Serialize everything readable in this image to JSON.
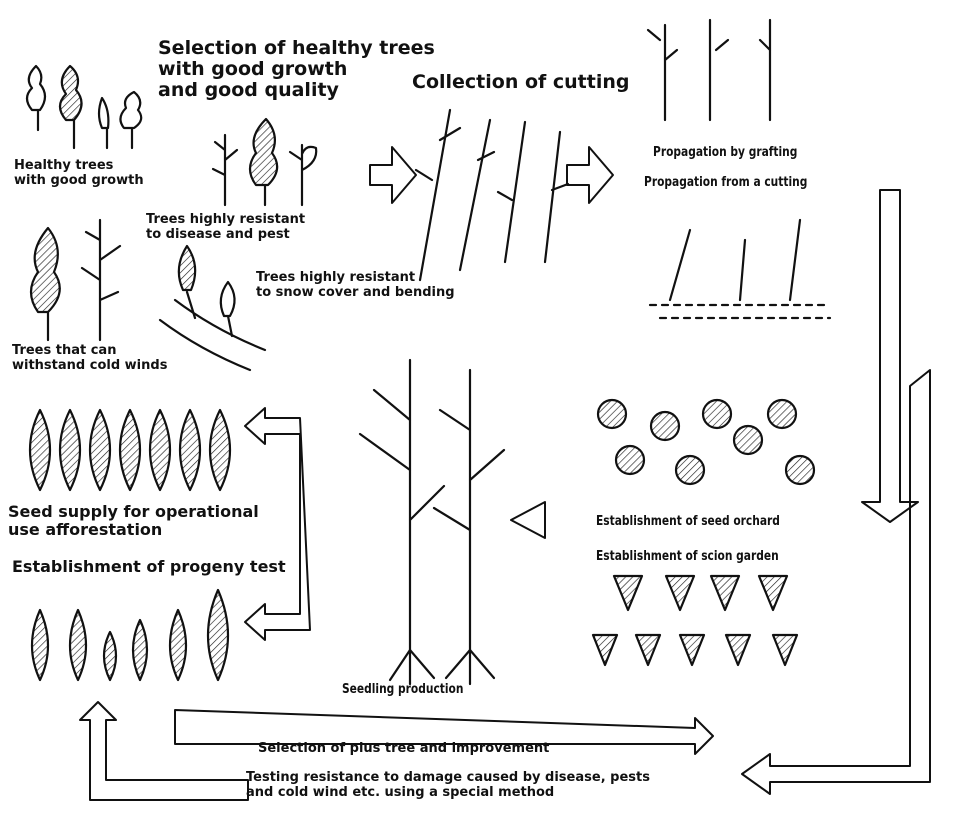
{
  "labels": {
    "selection_title": "Selection of healthy trees\nwith good growth\nand good quality",
    "collection_of_cutting": "Collection of cutting",
    "healthy_trees": "Healthy trees\nwith good growth",
    "resistant_disease_pest": "Trees highly resistant\nto disease and pest",
    "resistant_snow": "Trees highly resistant\nto snow cover and bending",
    "cold_winds": "Trees that can\nwithstand cold winds",
    "propagation_grafting": "Propagation by grafting",
    "propagation_cutting": "Propagation from a cutting",
    "seed_supply": "Seed supply for operational\nuse afforestation",
    "progeny_test": "Establishment of progeny test",
    "seed_orchard": "Establishment of seed orchard",
    "scion_garden": "Establishment of scion garden",
    "seedling_production": "Seedling production",
    "plus_tree": "Selection of plus tree and improvement",
    "testing_resistance": "Testing resistance to damage caused by disease, pests\nand cold wind etc. using a special method"
  }
}
